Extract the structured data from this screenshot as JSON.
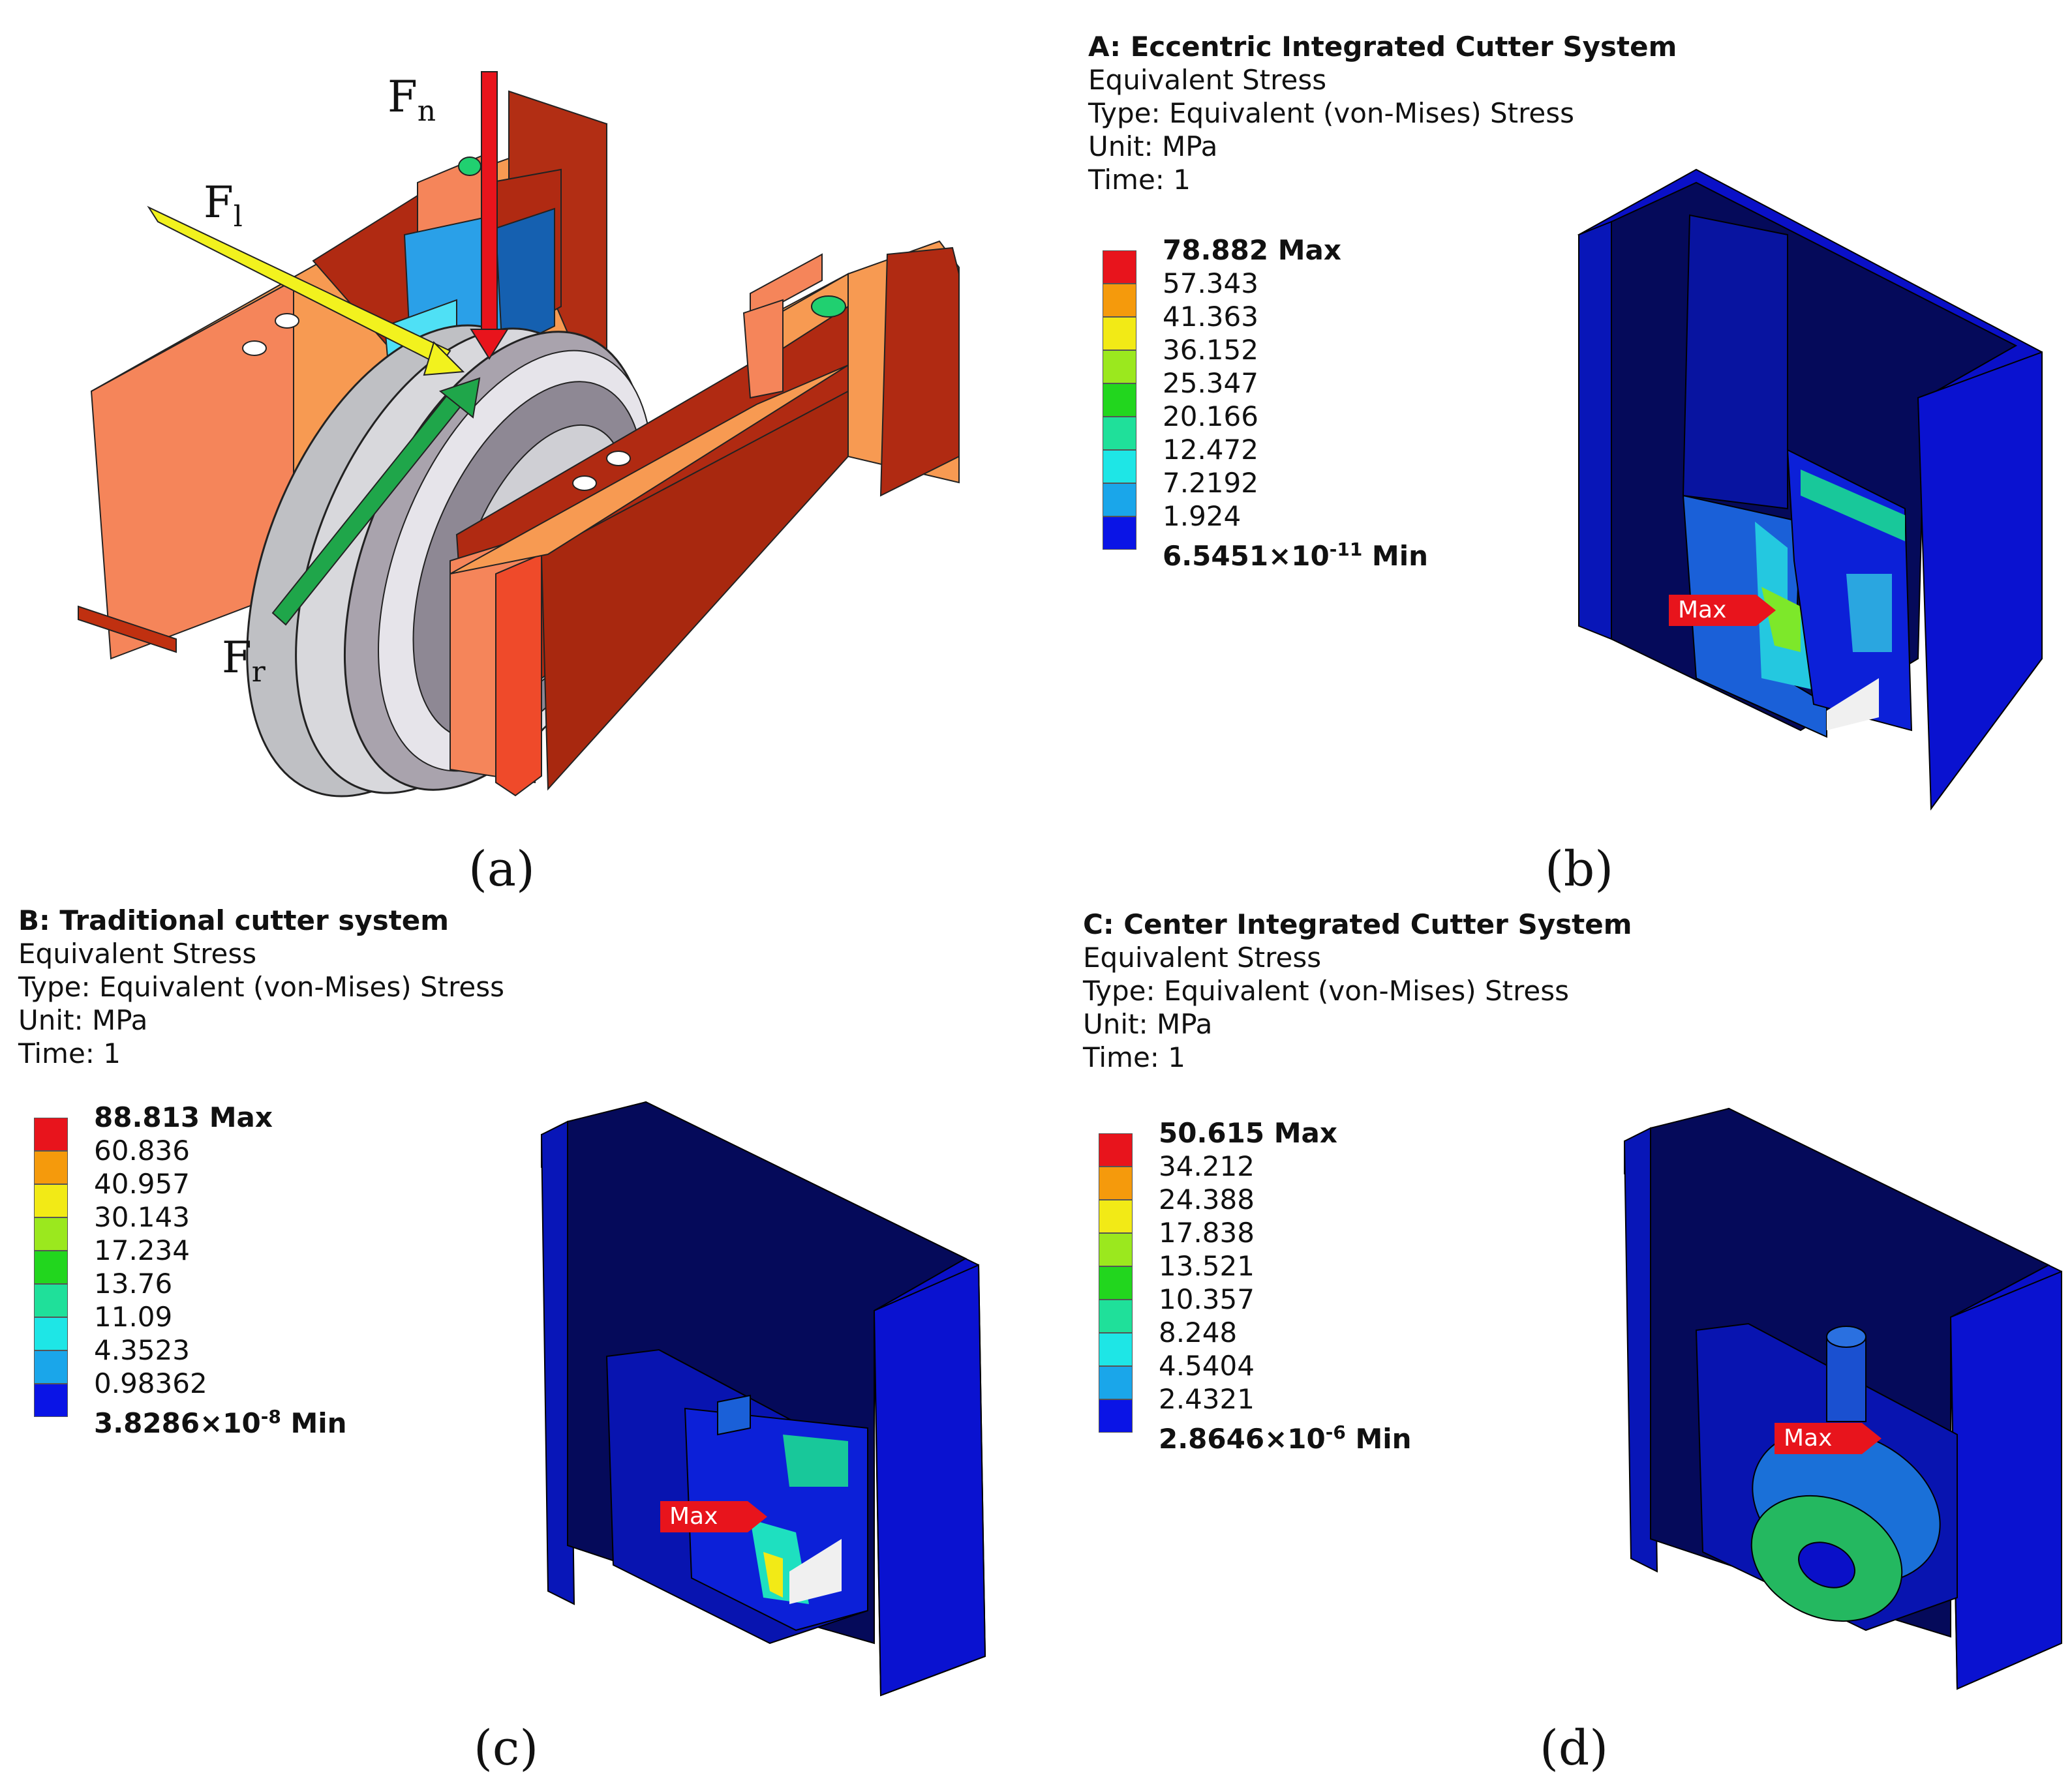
{
  "captions": {
    "a": "(a)",
    "b": "(b)",
    "c": "(c)",
    "d": "(d)"
  },
  "panel_a": {
    "forces": [
      {
        "symbol": "F",
        "subscript": "n",
        "color": "#e8141c"
      },
      {
        "symbol": "F",
        "subscript": "l",
        "color": "#f2f21e"
      },
      {
        "symbol": "F",
        "subscript": "r",
        "color": "#1fa64a"
      }
    ]
  },
  "panels": [
    {
      "id": "b",
      "title": "A: Eccentric Integrated Cutter System",
      "lines": [
        "Equivalent Stress",
        "Type: Equivalent (von-Mises) Stress",
        "Unit: MPa",
        "Time: 1"
      ],
      "legend": {
        "max": "78.882 Max",
        "values": [
          "57.343",
          "41.363",
          "36.152",
          "25.347",
          "20.166",
          "12.472",
          "7.2192",
          "1.924"
        ],
        "min_mantissa": "6.5451×10",
        "min_exp": "-11",
        "min_suffix": " Min"
      },
      "max_tag": "Max"
    },
    {
      "id": "c",
      "title": "B: Traditional cutter system",
      "lines": [
        "Equivalent Stress",
        "Type: Equivalent (von-Mises) Stress",
        "Unit: MPa",
        "Time: 1"
      ],
      "legend": {
        "max": "88.813 Max",
        "values": [
          "60.836",
          "40.957",
          "30.143",
          "17.234",
          "13.76",
          "11.09",
          "4.3523",
          "0.98362"
        ],
        "min_mantissa": "3.8286×10",
        "min_exp": "-8",
        "min_suffix": " Min"
      },
      "max_tag": "Max"
    },
    {
      "id": "d",
      "title": "C: Center Integrated Cutter System",
      "lines": [
        "Equivalent Stress",
        "Type: Equivalent (von-Mises) Stress",
        "Unit: MPa",
        "Time: 1"
      ],
      "legend": {
        "max": "50.615 Max",
        "values": [
          "34.212",
          "24.388",
          "17.838",
          "13.521",
          "10.357",
          "8.248",
          "4.5404",
          "2.4321"
        ],
        "min_mantissa": "2.8646×10",
        "min_exp": "-6",
        "min_suffix": " Min"
      },
      "max_tag": "Max"
    }
  ],
  "colors": {
    "scale": [
      "#e8141c",
      "#f59a0c",
      "#f2ea16",
      "#9be81e",
      "#22d61e",
      "#1fe09a",
      "#1ee6e6",
      "#1aa6ea",
      "#0a14e6"
    ],
    "model_blue": "#0a10c8",
    "model_dark": "#050a5a",
    "housing_orange": "#f59a4e",
    "housing_red": "#b02a12"
  }
}
